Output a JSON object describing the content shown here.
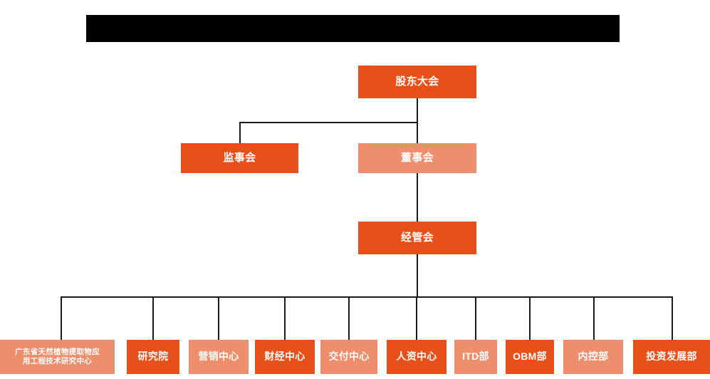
{
  "chart": {
    "type": "org-chart",
    "title": "",
    "redaction_bar": {
      "label": "",
      "color": "#000000"
    },
    "colors": {
      "dark_orange": "#E8501A",
      "light_orange": "#EE8E6C",
      "connector": "#1a1a1a",
      "text": "#ffffff",
      "background": "#ffffff"
    },
    "levels": [
      {
        "level": 1,
        "nodes": [
          {
            "id": "shareholders",
            "label": "股东大会",
            "tone": "dark"
          }
        ]
      },
      {
        "level": 2,
        "nodes": [
          {
            "id": "supervisors",
            "label": "监事会",
            "tone": "dark"
          },
          {
            "id": "directors",
            "label": "董事会",
            "tone": "light"
          }
        ]
      },
      {
        "level": 3,
        "nodes": [
          {
            "id": "management",
            "label": "经管会",
            "tone": "dark"
          }
        ]
      },
      {
        "level": 4,
        "nodes": [
          {
            "id": "research-center",
            "label": "广东省天然植物提取物应用工程技术研究中心",
            "tone": "light"
          },
          {
            "id": "institute",
            "label": "研究院",
            "tone": "dark"
          },
          {
            "id": "marketing-center",
            "label": "营销中心",
            "tone": "light"
          },
          {
            "id": "finance-center",
            "label": "财经中心",
            "tone": "dark"
          },
          {
            "id": "delivery-center",
            "label": "交付中心",
            "tone": "light"
          },
          {
            "id": "hr-center",
            "label": "人资中心",
            "tone": "dark"
          },
          {
            "id": "itd-dept",
            "label": "ITD部",
            "tone": "light"
          },
          {
            "id": "obm-dept",
            "label": "OBM部",
            "tone": "dark"
          },
          {
            "id": "internal-control-dept",
            "label": "内控部",
            "tone": "light"
          },
          {
            "id": "investment-development-dept",
            "label": "投资发展部",
            "tone": "dark"
          }
        ]
      }
    ]
  },
  "nodes": {
    "shareholders": "股东大会",
    "supervisors": "监事会",
    "directors": "董事会",
    "management": "经管会",
    "research_center_line1": "广东省天然植物提取物应",
    "research_center_line2": "用工程技术研究中心",
    "institute": "研究院",
    "marketing_center": "营销中心",
    "finance_center": "财经中心",
    "delivery_center": "交付中心",
    "hr_center": "人资中心",
    "itd_dept": "ITD部",
    "obm_dept": "OBM部",
    "internal_control_dept": "内控部",
    "investment_development_dept": "投资发展部"
  }
}
